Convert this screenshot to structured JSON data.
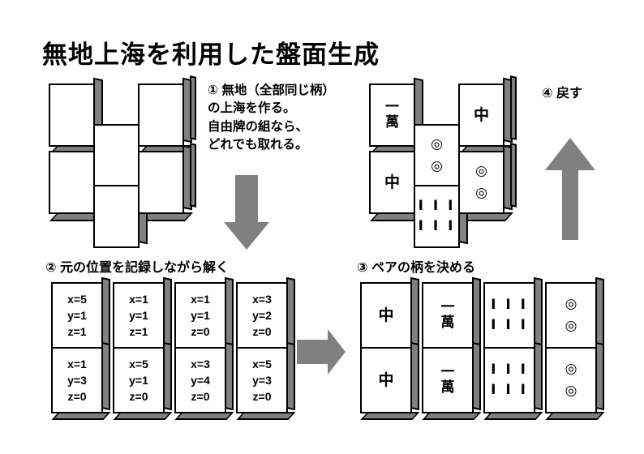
{
  "page": {
    "title": "無地上海を利用した盤面生成",
    "background_color": "#ffffff",
    "tile_face_color": "#ffffff",
    "tile_side_color": "#808080",
    "tile_border_color": "#000000",
    "arrow_color": "#808080"
  },
  "step1": {
    "label_lines": "① 無地（全部同じ柄）\nの上海を作る。\n自由牌の組なら、\nどれでも取れる。",
    "blank_board_note": "blank tiles, all identical pattern"
  },
  "step2": {
    "label": "② 元の位置を記録しながら解く",
    "columns": [
      {
        "top": {
          "x": "x=5",
          "y": "y=1",
          "z": "z=1"
        },
        "bottom": {
          "x": "x=1",
          "y": "y=3",
          "z": "z=0"
        }
      },
      {
        "top": {
          "x": "x=1",
          "y": "y=1",
          "z": "z=1"
        },
        "bottom": {
          "x": "x=5",
          "y": "y=1",
          "z": "z=0"
        }
      },
      {
        "top": {
          "x": "x=1",
          "y": "y=1",
          "z": "z=0"
        },
        "bottom": {
          "x": "x=3",
          "y": "y=4",
          "z": "z=0"
        }
      },
      {
        "top": {
          "x": "x=3",
          "y": "y=2",
          "z": "z=0"
        },
        "bottom": {
          "x": "x=5",
          "y": "y=3",
          "z": "z=0"
        }
      }
    ]
  },
  "step3": {
    "label": "③ ペアの柄を決める",
    "pairs": [
      {
        "kind": "kanji",
        "top_line": "中",
        "bottom_line": ""
      },
      {
        "kind": "man",
        "top_line": "一",
        "bottom_line": "萬"
      },
      {
        "kind": "bamboo",
        "top_line": "Ⅰ Ⅰ Ⅰ",
        "bottom_line": "Ⅰ Ⅰ Ⅰ"
      },
      {
        "kind": "circle",
        "top_line": "◎",
        "bottom_line": "◎"
      }
    ]
  },
  "step4": {
    "label": "④ 戻す"
  },
  "patterned_board": {
    "tiles": [
      {
        "kind": "man",
        "top_line": "一",
        "bottom_line": "萬"
      },
      {
        "kind": "kanji",
        "top_line": "中",
        "bottom_line": ""
      },
      {
        "kind": "circle",
        "top_line": "◎",
        "bottom_line": "◎"
      },
      {
        "kind": "kanji",
        "top_line": "中",
        "bottom_line": ""
      },
      {
        "kind": "circle",
        "top_line": "◎",
        "bottom_line": "◎"
      },
      {
        "kind": "bamboo",
        "top_line": "Ⅰ Ⅰ Ⅰ",
        "bottom_line": "Ⅰ Ⅰ Ⅰ"
      }
    ]
  },
  "arrows": {
    "down_label": "down-arrow",
    "right_label": "right-arrow",
    "up_label": "up-arrow"
  }
}
